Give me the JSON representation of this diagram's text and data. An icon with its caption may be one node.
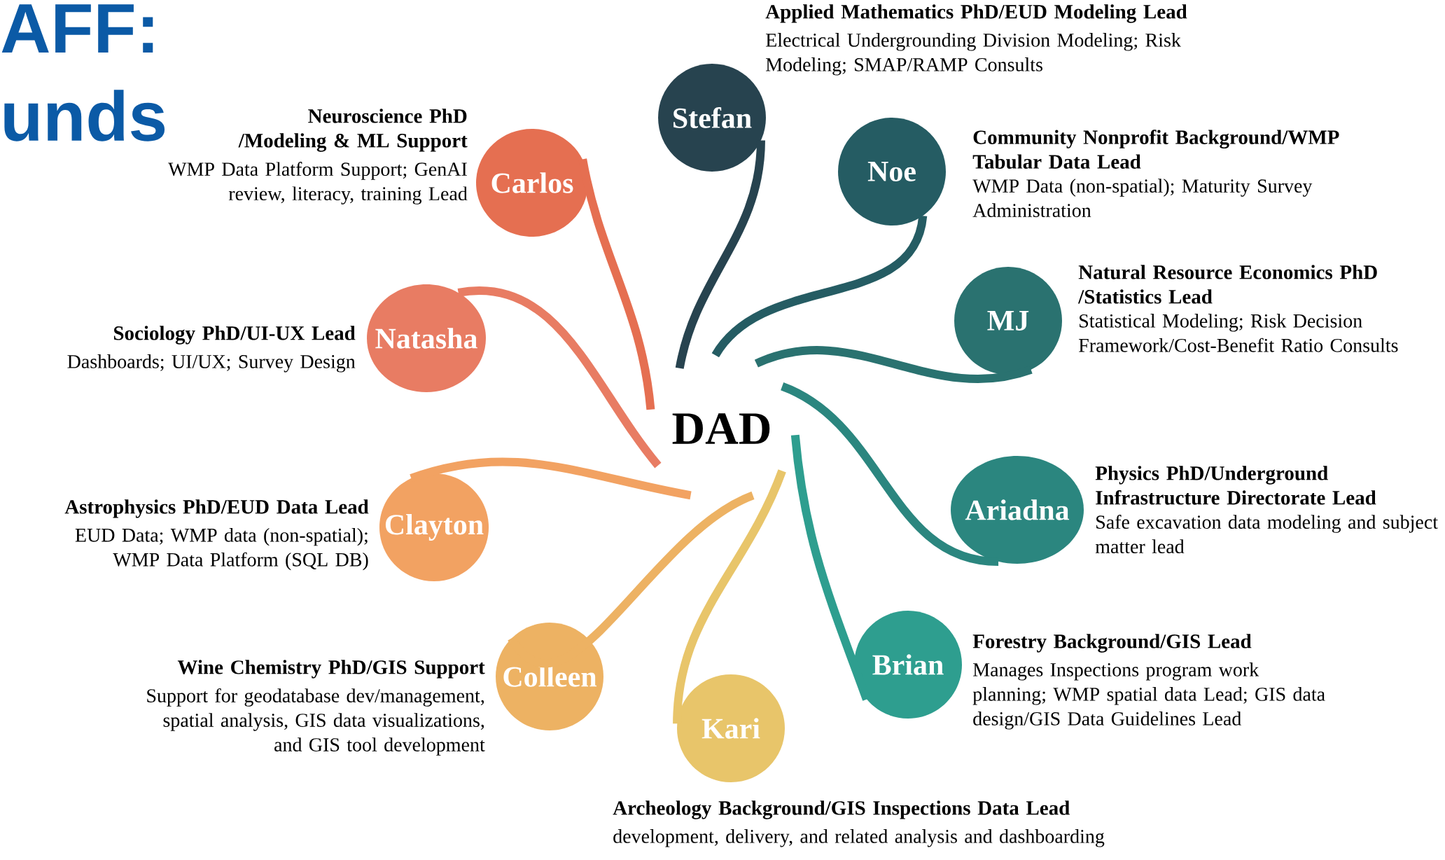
{
  "diagram": {
    "nodes": [
      {
        "text": [
          "DAD"
        ]
      },
      {
        "text": [
          "Stefan"
        ],
        "beside": [
          "Applied Mathematics PhD/EUD Modeling Lead",
          "Electrical Undergrounding Division Modeling; Risk Modeling; SMAP/RAMP Consults"
        ]
      },
      {
        "text": [
          "Noe"
        ],
        "beside": [
          "Community Nonprofit Background/WMP Tabular Data Lead",
          "WMP Data (non-spatial); Maturity Survey Administration"
        ]
      },
      {
        "text": [
          "MJ"
        ],
        "beside": [
          "Natural Resource Economics PhD /Statistics Lead",
          "Statistical Modeling; Risk Decision Framework/Cost-Benefit Ratio Consults"
        ]
      },
      {
        "text": [
          "Ariadna"
        ],
        "beside": [
          "Physics PhD/Underground Infrastructure Directorate Lead",
          "Safe excavation data modeling and subject matter lead"
        ]
      },
      {
        "text": [
          "Brian"
        ],
        "beside": [
          "Forestry Background/GIS Lead",
          "Manages Inspections program work planning; WMP spatial data Lead; GIS data design/GIS Data Guidelines Lead"
        ]
      },
      {
        "text": [
          "Kari"
        ],
        "beside": [
          "Archeology Background/GIS Inspections Data Lead",
          "development, delivery, and related analysis and dashboarding"
        ]
      },
      {
        "text": [
          "Colleen"
        ],
        "beside": [
          "Wine Chemistry PhD/GIS Support",
          "Support for geodatabase dev/management, spatial analysis, GIS data visualizations, and GIS tool development"
        ]
      },
      {
        "text": [
          "Clayton"
        ],
        "beside": [
          "Astrophysics PhD/EUD Data Lead",
          "EUD Data; WMP data (non-spatial); WMP Data Platform (SQL DB)"
        ]
      },
      {
        "text": [
          "Natasha"
        ],
        "beside": [
          "Sociology PhD/UI-UX Lead",
          "Dashboards; UI/UX; Survey Design"
        ]
      },
      {
        "text": [
          "Carlos"
        ],
        "beside": [
          "Neuroscience PhD /Modeling & ML Support",
          "WMP Data Platform Support; GenAI review, literacy, training Lead"
        ]
      }
    ],
    "edges": [
      {
        "from": 0,
        "to": 1,
        "arrow": "none",
        "color": "#27434f"
      },
      {
        "from": 0,
        "to": 2,
        "arrow": "none",
        "color": "#255c63"
      },
      {
        "from": 0,
        "to": 3,
        "arrow": "none",
        "color": "#2a7270"
      },
      {
        "from": 0,
        "to": 4,
        "arrow": "none",
        "color": "#2b867f"
      },
      {
        "from": 0,
        "to": 5,
        "arrow": "none",
        "color": "#2e9e8f"
      },
      {
        "from": 0,
        "to": 6,
        "arrow": "none",
        "color": "#e8c56a"
      },
      {
        "from": 0,
        "to": 7,
        "arrow": "none",
        "color": "#edb263"
      },
      {
        "from": 0,
        "to": 8,
        "arrow": "none",
        "color": "#f2a262"
      },
      {
        "from": 0,
        "to": 9,
        "arrow": "none",
        "color": "#e87c63"
      },
      {
        "from": 0,
        "to": 10,
        "arrow": "none",
        "color": "#e56f51"
      }
    ],
    "labels": [
      "AFF:",
      "unds"
    ]
  }
}
